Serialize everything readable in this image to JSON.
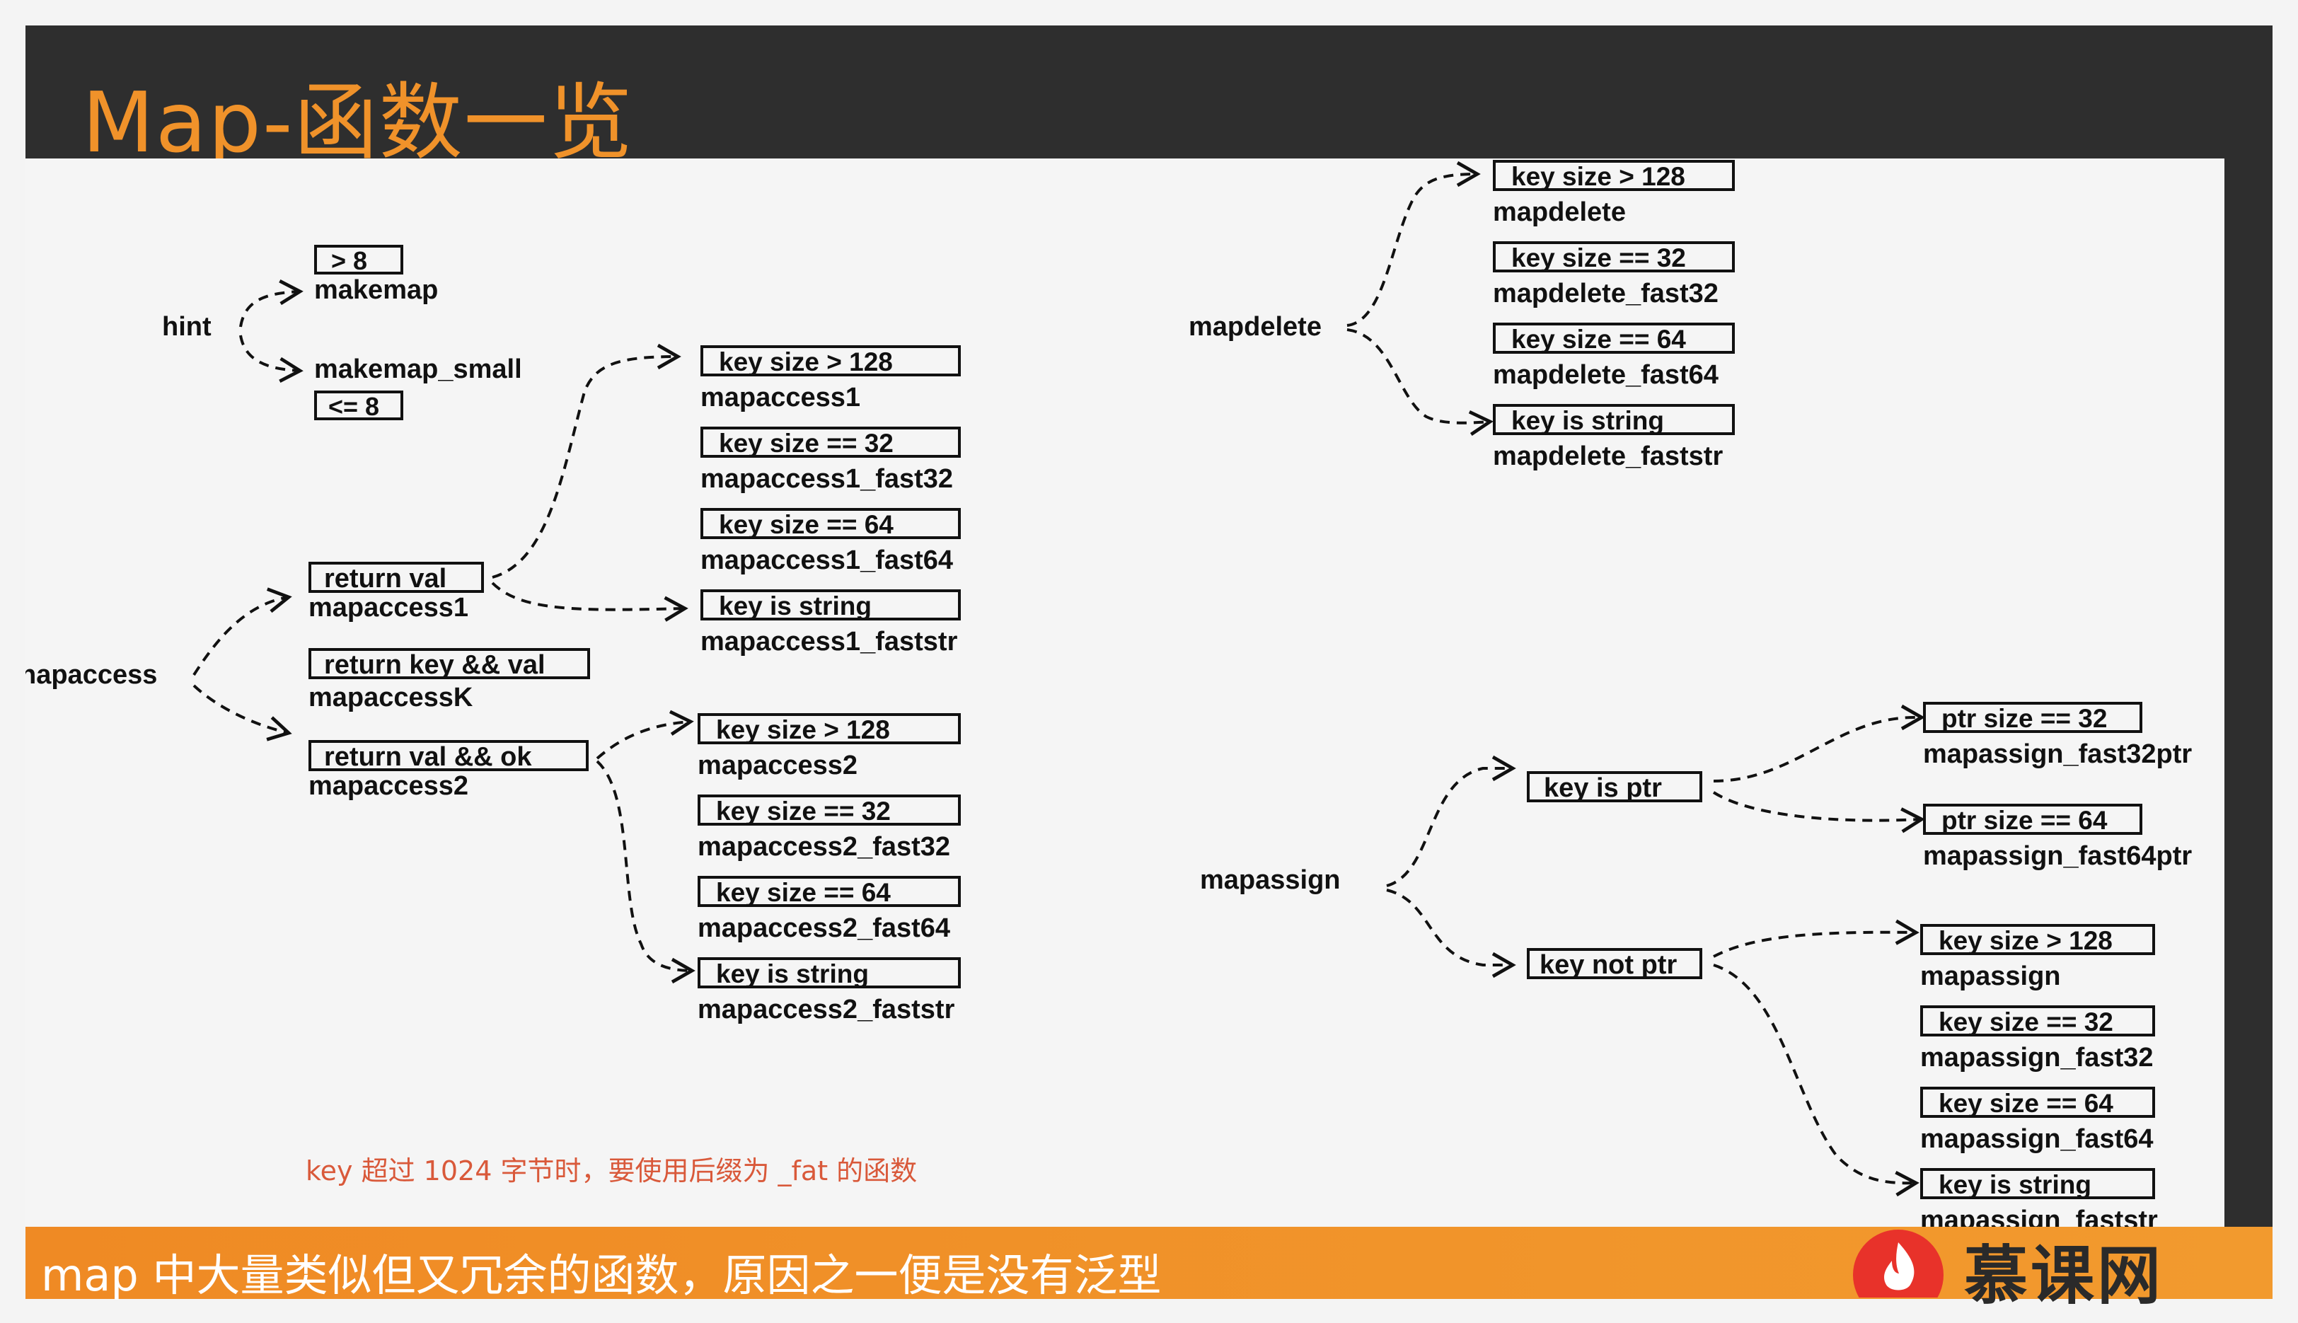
{
  "title": "Map-函数一览",
  "note": "key 超过 1024 字节时，要使用后缀为 _fat 的函数",
  "subtitle": "map 中大量类似但又冗余的函数，原因之一便是没有泛型",
  "brand": {
    "name": "慕课网",
    "color": "#ef8a24"
  },
  "diagram": {
    "hint": {
      "label": "hint",
      "branches": [
        {
          "cond": "> 8",
          "func": "makemap"
        },
        {
          "cond": "<= 8",
          "func": "makemap_small"
        }
      ]
    },
    "mapaccess": {
      "label": "napaccess",
      "variants": [
        {
          "cond": "return val",
          "func": "mapaccess1"
        },
        {
          "cond": "return key && val",
          "func": "mapaccessK"
        },
        {
          "cond": "return val && ok",
          "func": "mapaccess2"
        }
      ],
      "mapaccess1": [
        {
          "cond": "key size > 128",
          "func": "mapaccess1"
        },
        {
          "cond": "key size == 32",
          "func": "mapaccess1_fast32"
        },
        {
          "cond": "key size == 64",
          "func": "mapaccess1_fast64"
        },
        {
          "cond": "key is string",
          "func": "mapaccess1_faststr"
        }
      ],
      "mapaccess2": [
        {
          "cond": "key size > 128",
          "func": "mapaccess2"
        },
        {
          "cond": "key size == 32",
          "func": "mapaccess2_fast32"
        },
        {
          "cond": "key size == 64",
          "func": "mapaccess2_fast64"
        },
        {
          "cond": "key is string",
          "func": "mapaccess2_faststr"
        }
      ]
    },
    "mapdelete": {
      "label": "mapdelete",
      "branches": [
        {
          "cond": "key size > 128",
          "func": "mapdelete"
        },
        {
          "cond": "key size == 32",
          "func": "mapdelete_fast32"
        },
        {
          "cond": "key size == 64",
          "func": "mapdelete_fast64"
        },
        {
          "cond": "key is string",
          "func": "mapdelete_faststr"
        }
      ]
    },
    "mapassign": {
      "label": "mapassign",
      "ptr": {
        "label": "key is ptr",
        "branches": [
          {
            "cond": "ptr size == 32",
            "func": "mapassign_fast32ptr"
          },
          {
            "cond": "ptr size == 64",
            "func": "mapassign_fast64ptr"
          }
        ]
      },
      "notptr": {
        "label": "key not ptr",
        "branches": [
          {
            "cond": "key size > 128",
            "func": "mapassign"
          },
          {
            "cond": "key size == 32",
            "func": "mapassign_fast32"
          },
          {
            "cond": "key size == 64",
            "func": "mapassign_fast64"
          },
          {
            "cond": "key is string",
            "func": "mapassign_faststr"
          }
        ]
      }
    }
  }
}
